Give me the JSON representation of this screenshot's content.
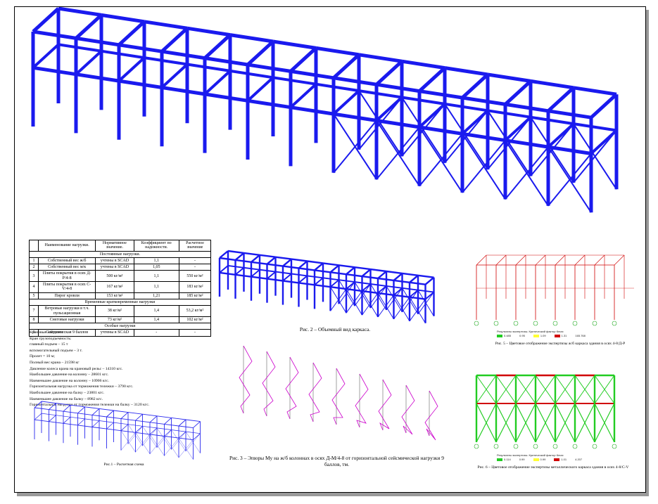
{
  "table": {
    "headers": [
      "",
      "Наименование нагрузки.",
      "Нормативное значение.",
      "Коэффициент по надежности.",
      "Расчетное значение"
    ],
    "sections": {
      "permanent": "Постоянные нагрузки.",
      "temporary": "Временные кратковременные нагрузки",
      "special": "Особые нагрузки"
    },
    "rows": [
      [
        "1",
        "Собственный вес ж/б",
        "учтены в SCAD",
        "1,1",
        "-"
      ],
      [
        "2",
        "Собственный вес м/к",
        "учтены в SCAD",
        "1,05",
        "-"
      ],
      [
        "3",
        "Плиты покрытия в осях Д-Р/4-8",
        "500 кг/м²",
        "1,1",
        "550 кг/м²"
      ],
      [
        "4",
        "Плиты покрытия в осях С-V/4-8",
        "167 кг/м²",
        "1,1",
        "183 кг/м²"
      ],
      [
        "5",
        "Пирог кровли",
        "153 кг/м²",
        "1,21",
        "185 кг/м²"
      ],
      [
        "7",
        "Ветровые нагрузки в т.ч. пульсационная",
        "38 кг/м²",
        "1,4",
        "53,2 кг/м²"
      ],
      [
        "8",
        "Снеговые нагрузки",
        "73 кг/м²",
        "1,4",
        "102 кг/м²"
      ],
      [
        "9",
        "Сейсмическая 9 баллов",
        "учтены в SCAD",
        "-",
        "-"
      ]
    ]
  },
  "crane": [
    "Крановые нагрузки:",
    "Кран грузоподъемность:",
    "главный подъем – 15 т",
    "вспомогательный подъем – 3 т.",
    "Пролет = 10 м;",
    "Полный вес крана – 21598 кг",
    "Давление колеса крана на крановый рельс – 14310 кгс.",
    "Наибольшее давление на колонну – 28601 кгс.",
    "Наименьшее давление на колонну – 10906 кгс.",
    "Горизонтальная нагрузка от торможения тележки – 3790 кгс.",
    "Наибольшее давление на балку – 23801 кгс.",
    "Наименьшее давление на балку – 8982 кгс.",
    "Горизонтальная нагрузки от торможения тележки на балку – 3120 кгс."
  ],
  "captions": {
    "fig1": "Рис.1 – Расчетная схема",
    "fig2": "Рис. 2 – Объемный вид каркаса.",
    "fig3": "Рис. 3 – Эпюры My на ж/б колоннах в осях Д-М/4-8 от горизонтальной сейсмической нагрузки 9 баллов, тм.",
    "fig5": "Рис. 5 – Цветовое отображение экспертизы ж/б каркаса здания в осях 4-8/Д-Р",
    "fig6": "Рис. 6 – Цветовое отображение экспертизы металлического каркаса здания в осях 4-8/С-V"
  },
  "legend5": {
    "title": "Результаты экспертизы. Критический фактор Кmax",
    "values": [
      "0.485",
      "0.95",
      "1.09",
      "1.31",
      "165.768"
    ]
  },
  "legend6": {
    "title": "Результаты экспертизы. Критический фактор Кmax",
    "values": [
      "0.114",
      "0.99",
      "0.99",
      "1.01",
      "4.207"
    ]
  },
  "colors": {
    "frame": "#1a1aee",
    "sketch": "#d00000",
    "green": "#22cc22",
    "magenta": "#cc00cc",
    "yellow": "#ffff33"
  }
}
